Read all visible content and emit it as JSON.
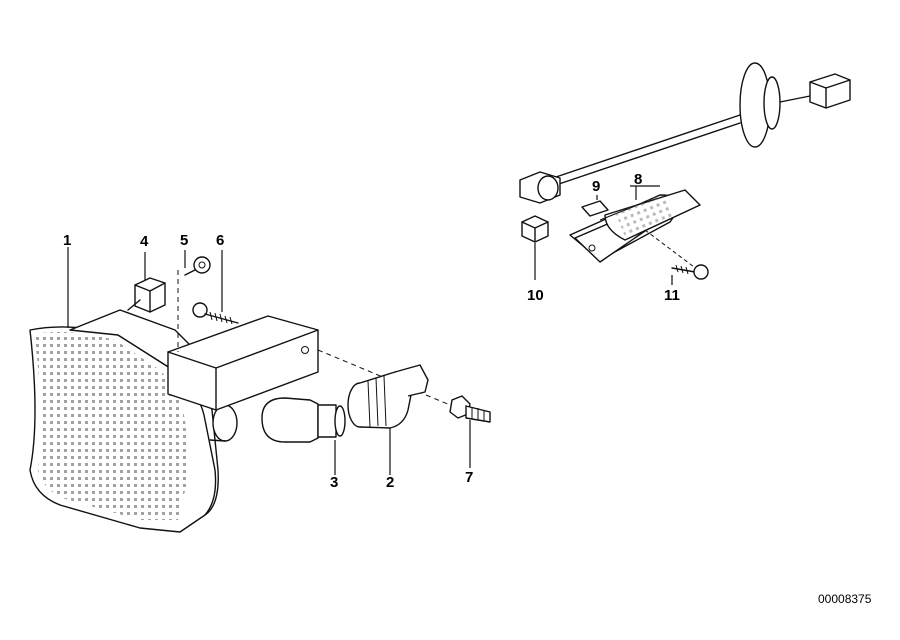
{
  "diagram": {
    "callouts": {
      "c1": "1",
      "c2": "2",
      "c3": "3",
      "c4": "4",
      "c5": "5",
      "c6": "6",
      "c7": "7",
      "c8": "8",
      "c9": "9",
      "c10": "10",
      "c11": "11"
    },
    "document_id": "00008375"
  }
}
